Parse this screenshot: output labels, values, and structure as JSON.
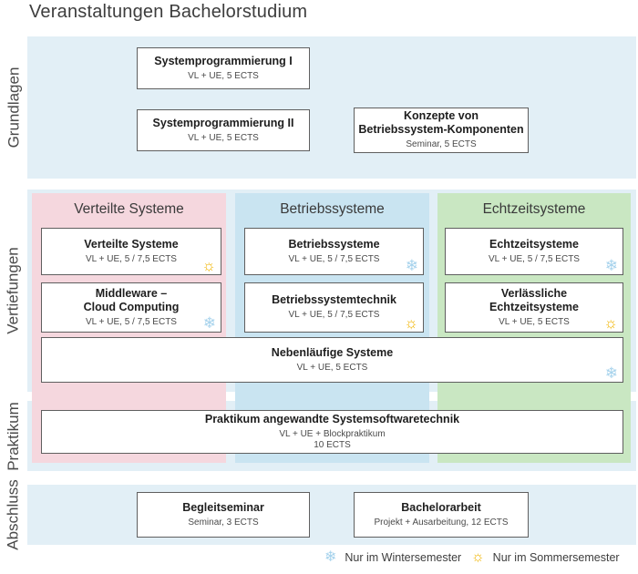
{
  "title": "Veranstaltungen Bachelorstudium",
  "icons": {
    "sun": "☼",
    "snowflake": "❄"
  },
  "colors": {
    "section_band": "#e2eff6",
    "column_pink": "#f5d7de",
    "column_blue": "#c9e4f1",
    "column_green": "#c9e7c2",
    "sun": "#f0b400",
    "snowflake": "#a5d2ec"
  },
  "sections": {
    "grundlagen": {
      "label": "Grundlagen",
      "courses": [
        {
          "title": "Systemprogrammierung I",
          "subtitle": "VL + UE, 5 ECTS"
        },
        {
          "title": "Systemprogrammierung II",
          "subtitle": "VL + UE, 5 ECTS"
        },
        {
          "title": "Konzepte von\nBetriebssystem-Komponenten",
          "subtitle": "Seminar, 5 ECTS"
        }
      ]
    },
    "vertiefungen": {
      "label": "Vertiefungen",
      "columns": [
        {
          "header": "Verteilte Systeme",
          "courses": [
            {
              "title": "Verteilte Systeme",
              "subtitle": "VL + UE, 5 / 7,5 ECTS",
              "semester": "summer"
            },
            {
              "title": "Middleware –\nCloud Computing",
              "subtitle": "VL + UE, 5 / 7,5 ECTS",
              "semester": "winter"
            }
          ]
        },
        {
          "header": "Betriebssysteme",
          "courses": [
            {
              "title": "Betriebssysteme",
              "subtitle": "VL + UE, 5 / 7,5 ECTS",
              "semester": "winter"
            },
            {
              "title": "Betriebssystemtechnik",
              "subtitle": "VL + UE, 5 / 7,5 ECTS",
              "semester": "summer"
            }
          ]
        },
        {
          "header": "Echtzeitsysteme",
          "courses": [
            {
              "title": "Echtzeitsysteme",
              "subtitle": "VL + UE, 5 / 7,5 ECTS",
              "semester": "winter"
            },
            {
              "title": "Verlässliche\nEchtzeitsysteme",
              "subtitle": "VL + UE, 5 ECTS",
              "semester": "summer"
            }
          ]
        }
      ],
      "spanning_course": {
        "title": "Nebenläufige Systeme",
        "subtitle": "VL + UE, 5 ECTS",
        "semester": "winter"
      }
    },
    "praktikum": {
      "label": "Praktikum",
      "course": {
        "title": "Praktikum angewandte Systemsoftwaretechnik",
        "subtitle": "VL + UE + Blockpraktikum\n10 ECTS"
      }
    },
    "abschluss": {
      "label": "Abschluss",
      "courses": [
        {
          "title": "Begleitseminar",
          "subtitle": "Seminar, 3 ECTS"
        },
        {
          "title": "Bachelorarbeit",
          "subtitle": "Projekt + Ausarbeitung, 12 ECTS"
        }
      ]
    }
  },
  "legend": {
    "winter_label": "Nur im Wintersemester",
    "summer_label": "Nur im Sommersemester"
  }
}
